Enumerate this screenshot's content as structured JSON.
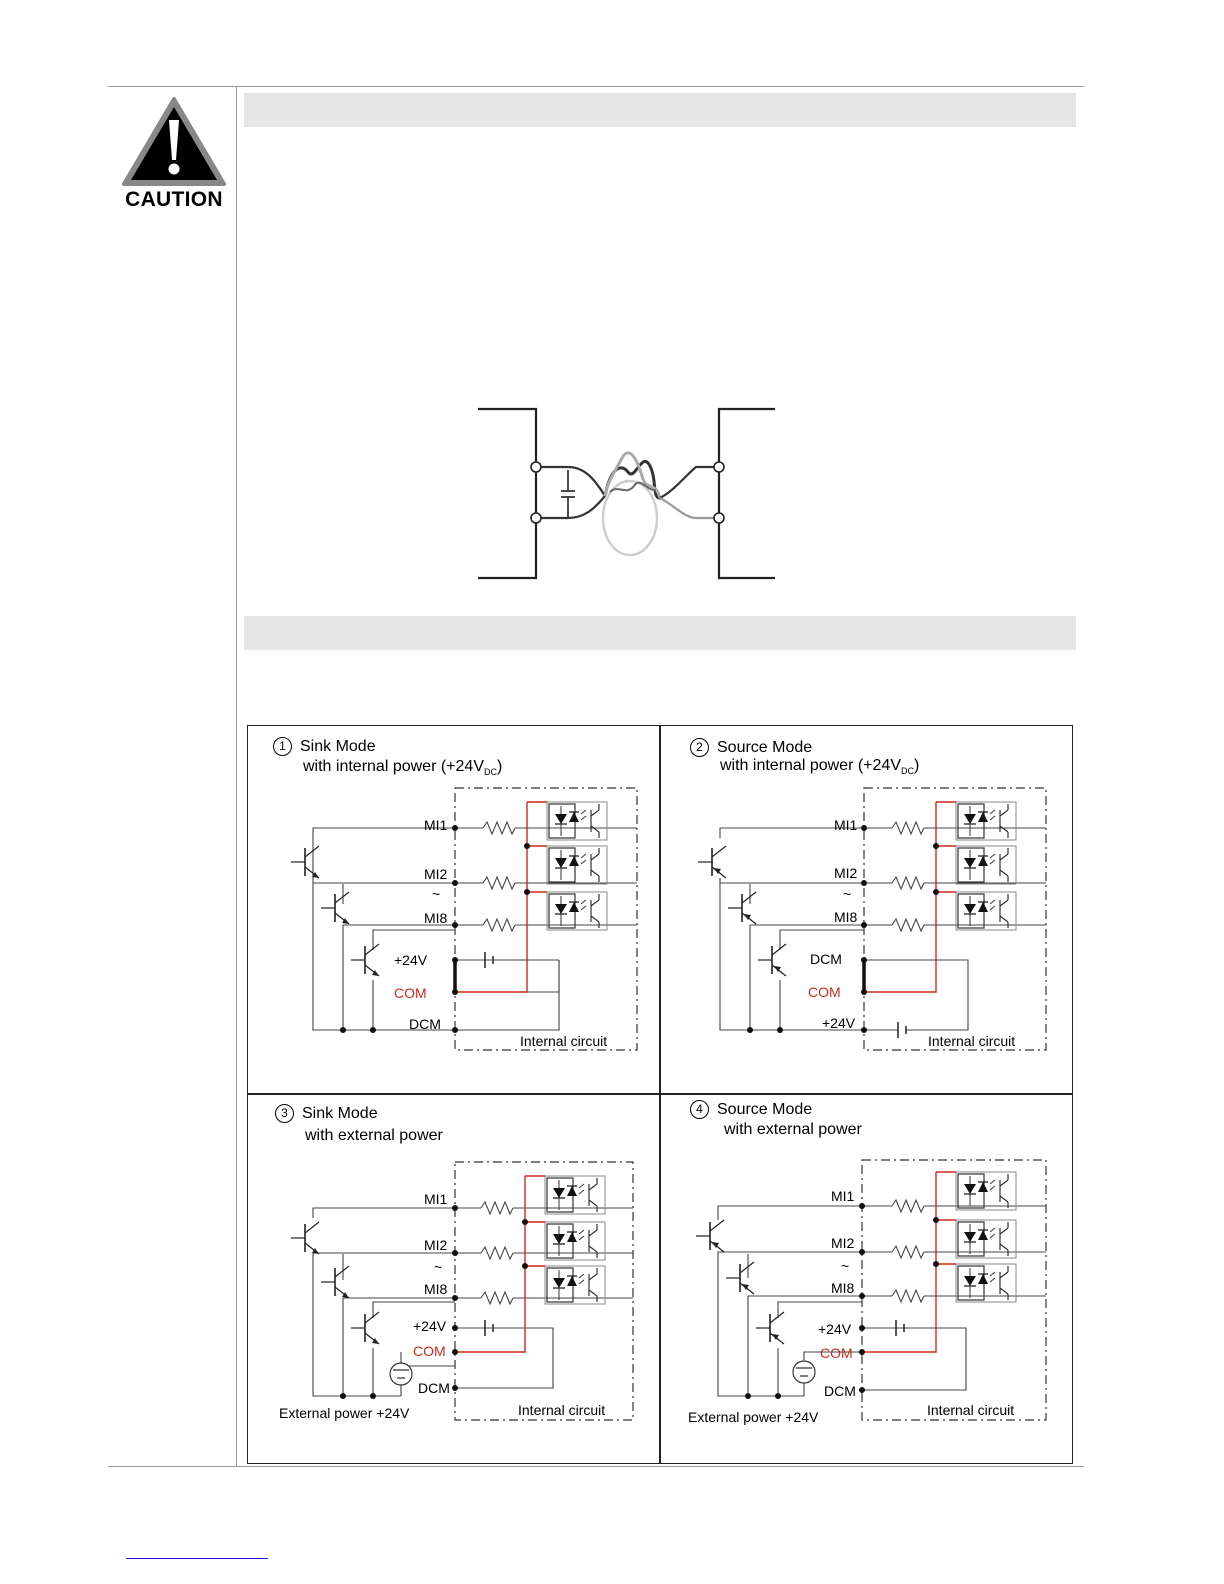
{
  "caution": {
    "label": "CAUTION",
    "icon": "caution-triangle-icon"
  },
  "colors": {
    "red_wire": "#cc2a1f",
    "band_gray": "#e6e6e6",
    "rule_gray": "#9a9a9a",
    "link_blue": "#1a1ad6"
  },
  "panels": [
    {
      "number": "1",
      "title": "Sink Mode",
      "subtitle": "with internal power (+24V",
      "subtitle_sub": "DC",
      "subtitle_end": ")",
      "labels": {
        "mi1": "MI1",
        "mi2": "MI2",
        "tilde": "~",
        "mi8": "MI8",
        "a": "+24V",
        "com": "COM",
        "b": "DCM",
        "internal": "Internal circuit"
      }
    },
    {
      "number": "2",
      "title": "Source Mode",
      "subtitle": "with internal power (+24V",
      "subtitle_sub": "DC",
      "subtitle_end": ")",
      "labels": {
        "mi1": "MI1",
        "mi2": "MI2",
        "tilde": "~",
        "mi8": "MI8",
        "a": "DCM",
        "com": "COM",
        "b": "+24V",
        "internal": "Internal circuit"
      }
    },
    {
      "number": "3",
      "title": "Sink Mode",
      "subtitle": "with external power",
      "labels": {
        "mi1": "MI1",
        "mi2": "MI2",
        "tilde": "~",
        "mi8": "MI8",
        "a": "+24V",
        "com": "COM",
        "b": "DCM",
        "internal": "Internal circuit",
        "external": "External power +24V"
      }
    },
    {
      "number": "4",
      "title": "Source Mode",
      "subtitle": "with external power",
      "labels": {
        "mi1": "MI1",
        "mi2": "MI2",
        "tilde": "~",
        "mi8": "MI8",
        "a": "+24V",
        "com": "COM",
        "b": "DCM",
        "internal": "Internal circuit",
        "external": "External power +24V"
      }
    }
  ]
}
